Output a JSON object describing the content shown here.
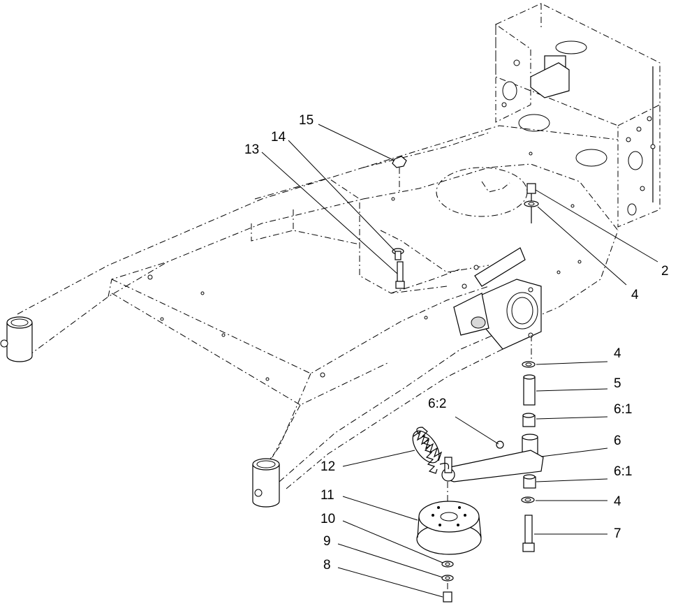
{
  "callouts": [
    {
      "id": "c2",
      "label": "2"
    },
    {
      "id": "c4a",
      "label": "4"
    },
    {
      "id": "c4b",
      "label": "4"
    },
    {
      "id": "c5",
      "label": "5"
    },
    {
      "id": "c61a",
      "label": "6:1"
    },
    {
      "id": "c6",
      "label": "6"
    },
    {
      "id": "c62",
      "label": "6:2"
    },
    {
      "id": "c61b",
      "label": "6:1"
    },
    {
      "id": "c4c",
      "label": "4"
    },
    {
      "id": "c7",
      "label": "7"
    },
    {
      "id": "c8",
      "label": "8"
    },
    {
      "id": "c9",
      "label": "9"
    },
    {
      "id": "c10",
      "label": "10"
    },
    {
      "id": "c11",
      "label": "11"
    },
    {
      "id": "c12",
      "label": "12"
    },
    {
      "id": "c13",
      "label": "13"
    },
    {
      "id": "c14",
      "label": "14"
    },
    {
      "id": "c15",
      "label": "15"
    }
  ]
}
